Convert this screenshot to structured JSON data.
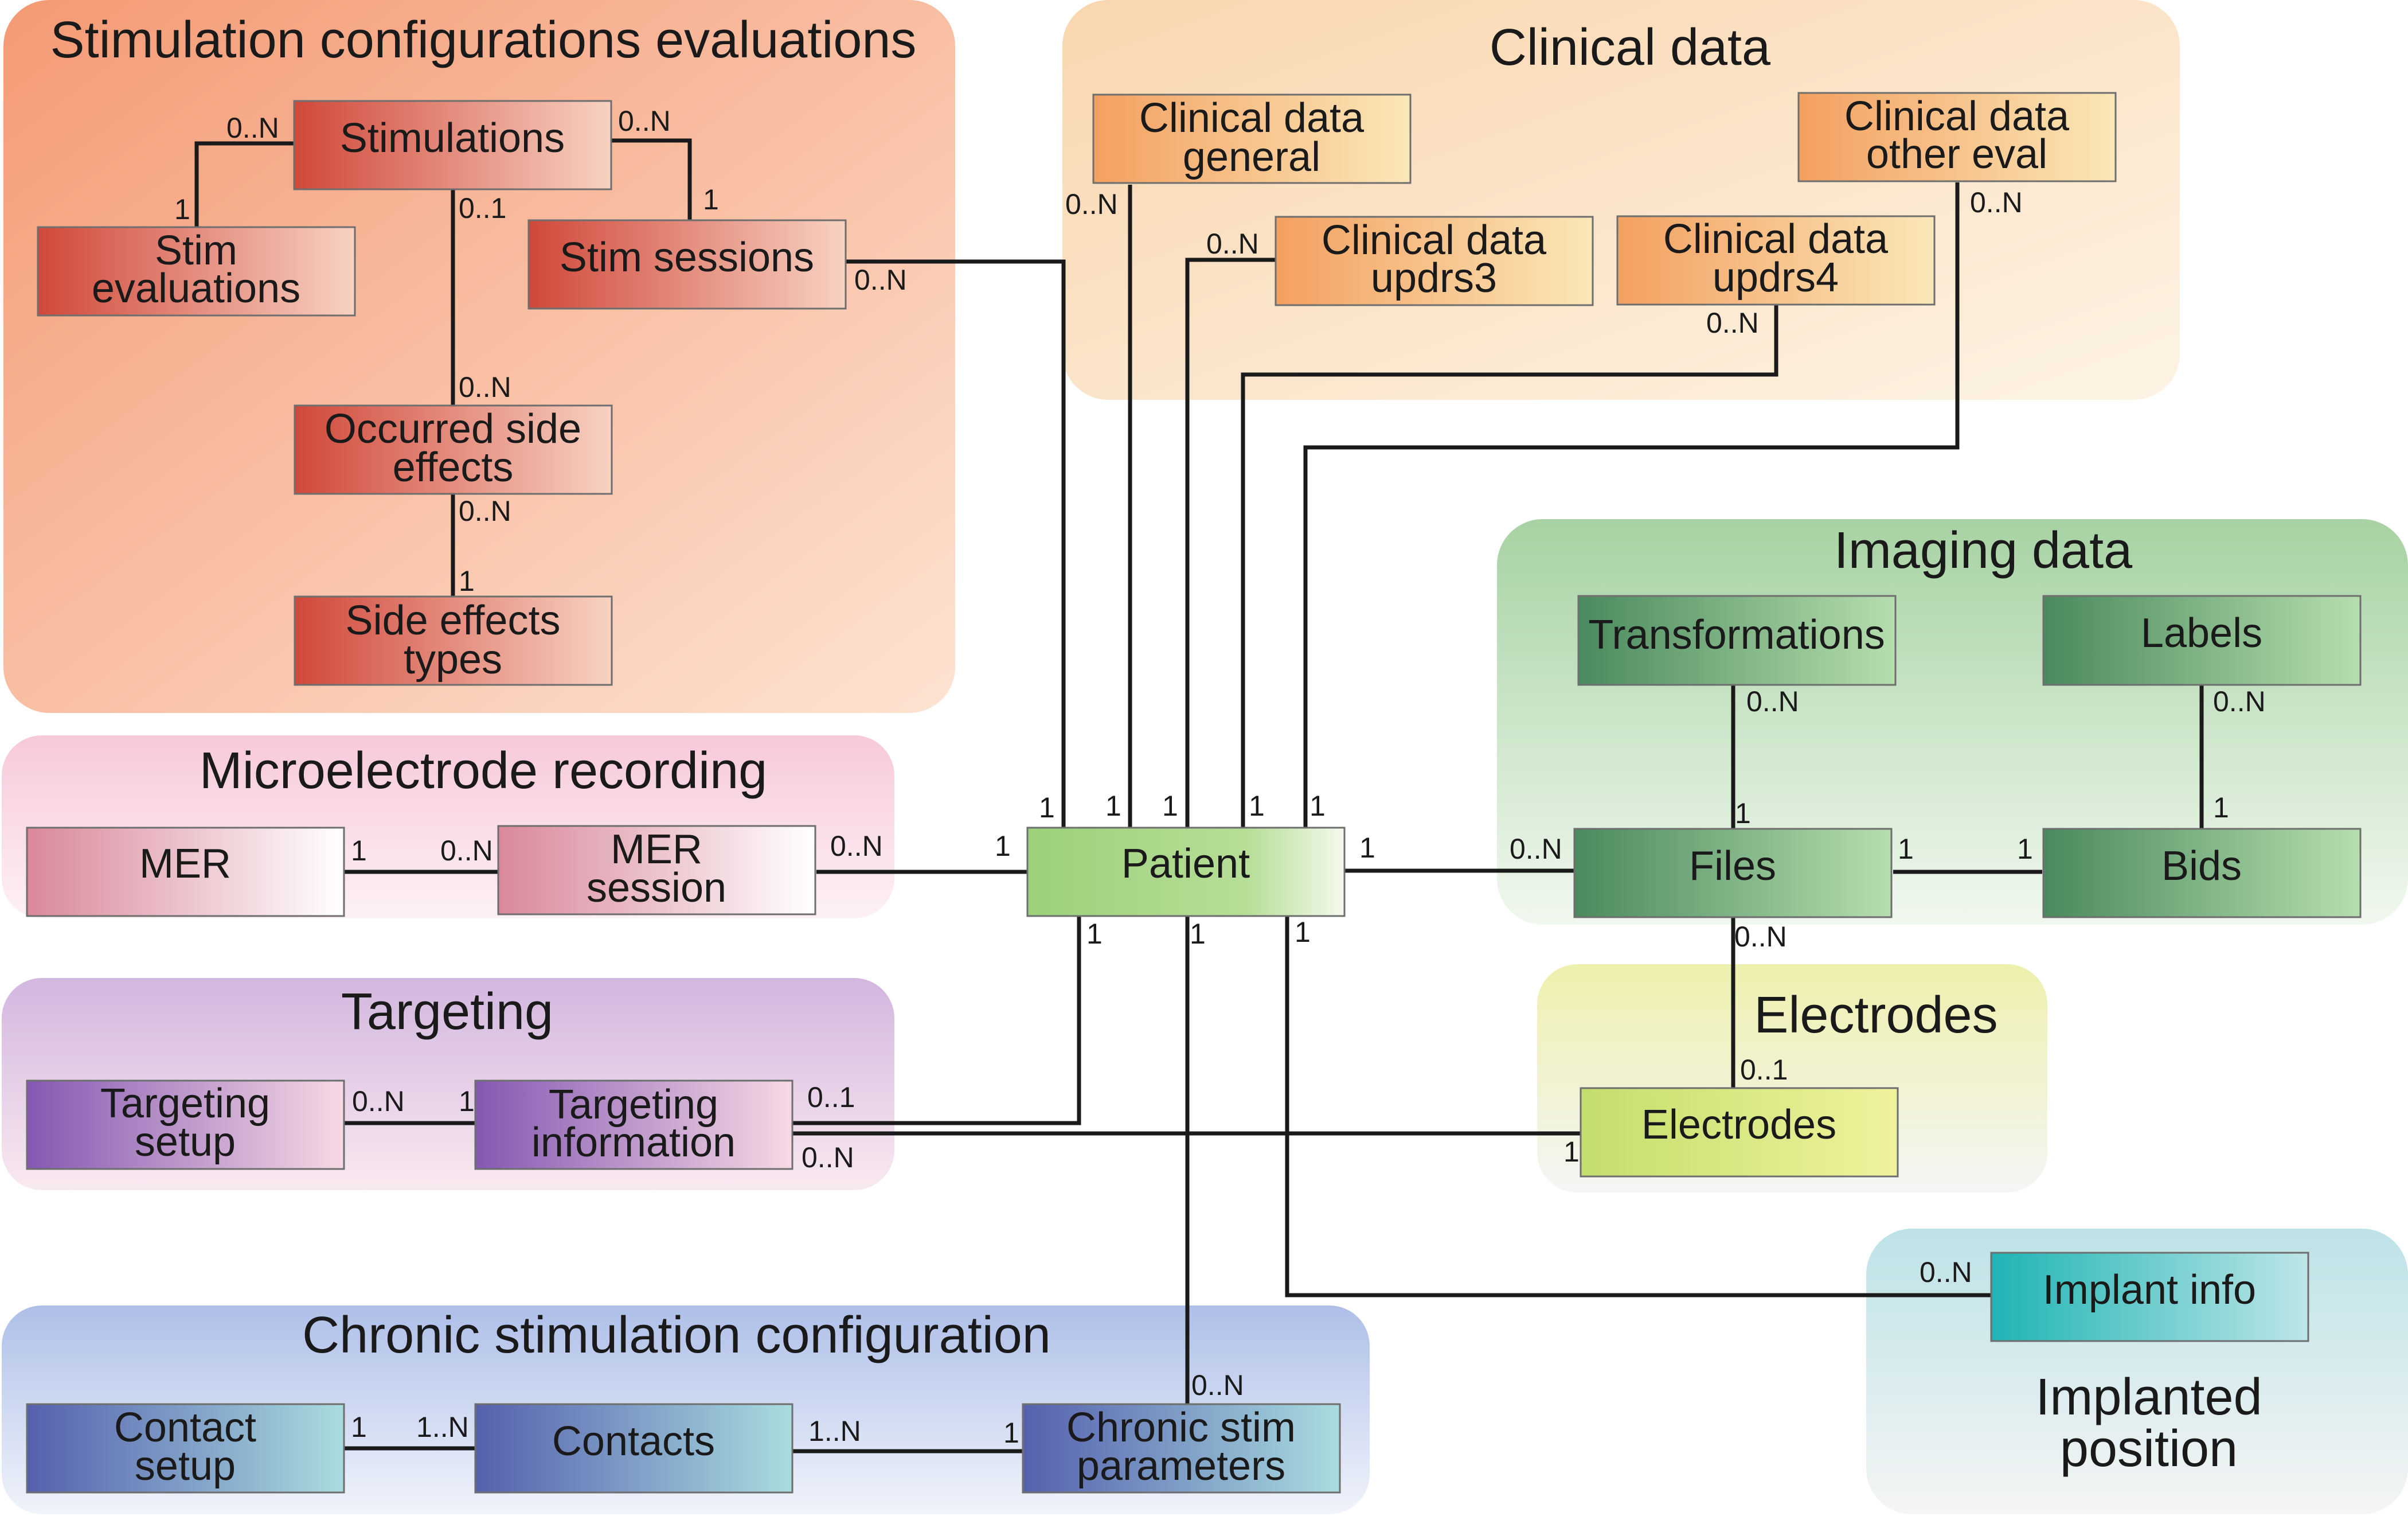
{
  "groups": {
    "stim_eval": "Stimulation configurations evaluations",
    "clinical": "Clinical data",
    "imaging": "Imaging data",
    "mer": "Microelectrode recording",
    "targeting": "Targeting",
    "electrodes": "Electrodes",
    "chronic": "Chronic stimulation configuration",
    "implanted": [
      "Implanted",
      "position"
    ]
  },
  "entities": {
    "stimulations": [
      "Stimulations"
    ],
    "stim_evaluations": [
      "Stim",
      "evaluations"
    ],
    "stim_sessions": [
      "Stim sessions"
    ],
    "occurred_side_effects": [
      "Occurred side",
      "effects"
    ],
    "side_effects_types": [
      "Side effects",
      "types"
    ],
    "clinical_general": [
      "Clinical data",
      "general"
    ],
    "clinical_other": [
      "Clinical data",
      "other eval"
    ],
    "clinical_updrs3": [
      "Clinical data",
      "updrs3"
    ],
    "clinical_updrs4": [
      "Clinical data",
      "updrs4"
    ],
    "transformations": [
      "Transformations"
    ],
    "labels": [
      "Labels"
    ],
    "files": [
      "Files"
    ],
    "bids": [
      "Bids"
    ],
    "patient": [
      "Patient"
    ],
    "mer": [
      "MER"
    ],
    "mer_session": [
      "MER",
      "session"
    ],
    "targeting_setup": [
      "Targeting",
      "setup"
    ],
    "targeting_info": [
      "Targeting",
      "information"
    ],
    "electrodes": [
      "Electrodes"
    ],
    "implant_info": [
      "Implant info"
    ],
    "contact_setup": [
      "Contact",
      "setup"
    ],
    "contacts": [
      "Contacts"
    ],
    "chronic_params": [
      "Chronic stim",
      "parameters"
    ]
  },
  "cardinalities": {
    "stims_to_eval_a": "0..N",
    "stims_to_eval_b": "1",
    "stims_to_sessions_a": "0..N",
    "stims_to_sessions_b": "1",
    "stims_to_ose_a": "0..1",
    "stims_to_ose_b": "0..N",
    "ose_to_set_a": "0..N",
    "ose_to_set_b": "1",
    "sessions_to_patient": "0..N",
    "general_to_patient": "0..N",
    "updrs3_to_patient": "0..N",
    "updrs4_to_patient": "0..N",
    "other_to_patient": "0..N",
    "patient_top_1": "1",
    "patient_top_2": "1",
    "patient_top_3": "1",
    "patient_top_4": "1",
    "patient_top_5": "1",
    "patient_left": "1",
    "patient_right": "1",
    "patient_bottom_1": "1",
    "patient_bottom_2": "1",
    "patient_bottom_3": "1",
    "files_from_patient": "0..N",
    "transf_to_files_a": "0..N",
    "transf_to_files_b": "1",
    "labels_to_bids_a": "0..N",
    "labels_to_bids_b": "1",
    "files_to_bids_a": "1",
    "files_to_bids_b": "1",
    "files_to_electrodes_a": "0..N",
    "files_to_electrodes_b": "0..1",
    "mer_to_session_a": "1",
    "mer_to_session_b": "0..N",
    "mersession_to_patient": "0..N",
    "tsetup_to_tinfo_a": "0..N",
    "tsetup_to_tinfo_b": "1",
    "tinfo_to_patient": "0..1",
    "tinfo_to_electrodes": "0..N",
    "electrodes_from_tinfo": "1",
    "implant_from_patient": "0..N",
    "contactsetup_to_contacts_a": "1",
    "contactsetup_to_contacts_b": "1..N",
    "contacts_to_params_a": "1..N",
    "contacts_to_params_b": "1",
    "params_from_patient": "0..N"
  },
  "colors": {
    "stim_group": "#f7ad8a",
    "clinical_group": "#fbe6c8",
    "imaging_group": "#b9dcb4",
    "mer_group": "#f8d3e0",
    "targeting_group": "#d7bfe2",
    "electrodes_group": "#f0f0b8",
    "chronic_group": "#b8c6ea",
    "implanted_group": "#c3e3e8",
    "stim_entity": "#d2513f",
    "clinical_entity": "#f3a868",
    "imaging_entity": "#4f8f62",
    "patient_entity": "#9fd27c",
    "mer_entity": "#dc8d9d",
    "targeting_entity": "#8860b4",
    "electrodes_entity": "#c9e070",
    "implant_entity": "#24b8b8",
    "chronic_entity": "#5a64b0"
  }
}
